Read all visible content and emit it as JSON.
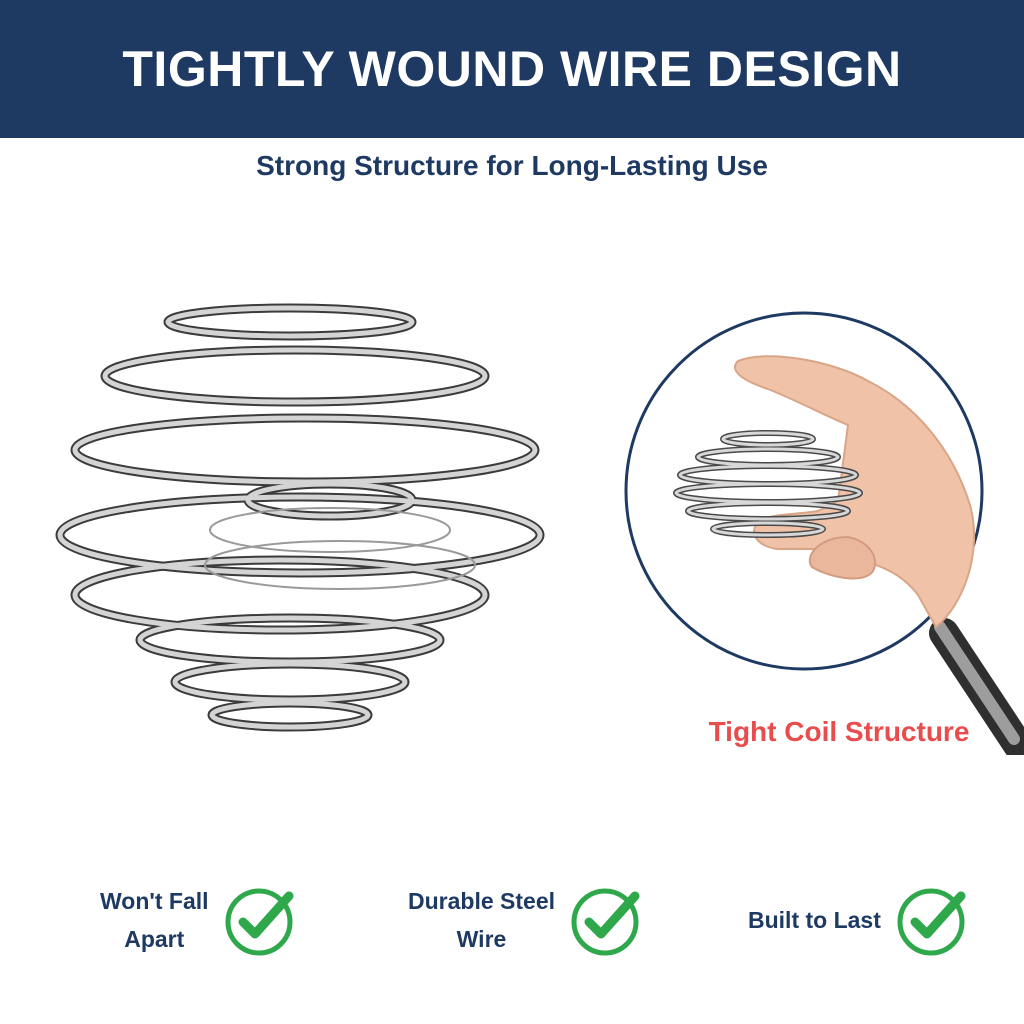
{
  "header": {
    "title": "TIGHTLY WOUND WIRE DESIGN"
  },
  "subtitle": "Strong Structure for Long-Lasting Use",
  "callout": "Tight Coil Structure",
  "features": [
    {
      "line1": "Won't Fall",
      "line2": "Apart"
    },
    {
      "line1": "Durable Steel",
      "line2": "Wire"
    },
    {
      "line1": "Built to Last",
      "line2": ""
    }
  ],
  "colors": {
    "banner": "#1e3a63",
    "title_text": "#ffffff",
    "subtitle_text": "#1e3a63",
    "callout_text": "#e84c4c",
    "check_green": "#2ea84a"
  },
  "icons": {
    "check": "checkmark-circle-icon",
    "magnifier": "magnifying-glass-icon",
    "hand": "hand-icon",
    "spring": "wire-whisk-ball-icon"
  }
}
